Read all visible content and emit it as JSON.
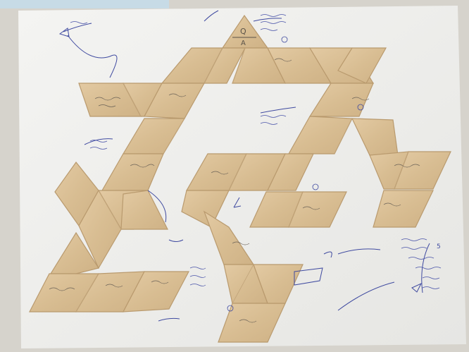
{
  "photo": {
    "subject": "",
    "colors": {
      "wall": "#d9d6cf",
      "paper": "#eeeeee",
      "wood": "#dcc29a",
      "wood_edge": "#b99a6e",
      "ink": "#3f4aa0",
      "pencil": "#5a5248"
    },
    "top_tile_letters": [
      "Q",
      "A"
    ],
    "legible_note": "5"
  }
}
